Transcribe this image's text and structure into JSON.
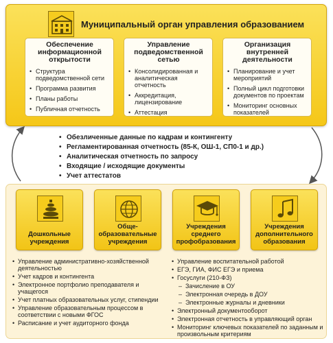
{
  "colors": {
    "panel_yellow": "#f5c718",
    "panel_border": "#d3a40a",
    "box_bg": "#fffdf4",
    "bottom_bg": "#fdf3d8",
    "arrow": "#555555"
  },
  "header": {
    "title": "Муниципальный орган управления образованием",
    "icon": "building-icon"
  },
  "top_boxes": [
    {
      "title": "Обеспечение информационной открытости",
      "items": [
        "Структура подведомственной сети",
        "Программа развития",
        "Планы работы",
        "Публичная отчетность"
      ]
    },
    {
      "title": "Управление подведомственной сетью",
      "items": [
        "Консолидированная и аналитическая отчетность",
        "Аккредитация, лицензирование",
        "Аттестация"
      ]
    },
    {
      "title": "Организация внутренней деятельности",
      "items": [
        "Планирование и учет мероприятий",
        "Полный цикл подготовки документов по проектам",
        "Мониторинг основных показателей"
      ]
    }
  ],
  "middle_items": [
    "Обезличенные данные по кадрам и контингенту",
    "Регламентированная отчетность (85-К, ОШ-1, СП0-1 и др.)",
    "Аналитическая отчетность по запросу",
    "Входящие / исходящие документы",
    "Учет аттестатов"
  ],
  "institutions": [
    {
      "label": "Дошкольные учреждения",
      "icon": "pyramid-toys-icon"
    },
    {
      "label": "Обще-образовательные учреждения",
      "icon": "globe-icon"
    },
    {
      "label": "Учреждения среднего профобразования",
      "icon": "graduation-cap-icon"
    },
    {
      "label": "Учреждения дополнительного образования",
      "icon": "music-note-icon"
    }
  ],
  "bottom_left": [
    {
      "text": "Управление административно-хозяйственной деятельностью",
      "sub": false
    },
    {
      "text": "Учет кадров и контингента",
      "sub": false
    },
    {
      "text": "Электронное портфолио преподавателя и учащегося",
      "sub": false
    },
    {
      "text": "Учет платных образовательных услуг, стипендии",
      "sub": false
    },
    {
      "text": "Управление образовательным процессом в соответствии с новыми ФГОС",
      "sub": false
    },
    {
      "text": "Расписание и учет аудиторного фонда",
      "sub": false
    }
  ],
  "bottom_right": [
    {
      "text": "Управление воспитательной работой",
      "sub": false
    },
    {
      "text": "ЕГЭ, ГИА, ФИС ЕГЭ и приема",
      "sub": false
    },
    {
      "text": "Госуслуги (210-ФЗ)",
      "sub": false
    },
    {
      "text": "Зачисление в ОУ",
      "sub": true
    },
    {
      "text": "Электронная очередь в ДОУ",
      "sub": true
    },
    {
      "text": "Электронные журналы и дневники",
      "sub": true
    },
    {
      "text": "Электронный документооборот",
      "sub": false
    },
    {
      "text": "Электронная отчетность в управляющий орган",
      "sub": false
    },
    {
      "text": "Мониторинг ключевых показателей по заданным и произвольным критериям",
      "sub": false
    }
  ]
}
